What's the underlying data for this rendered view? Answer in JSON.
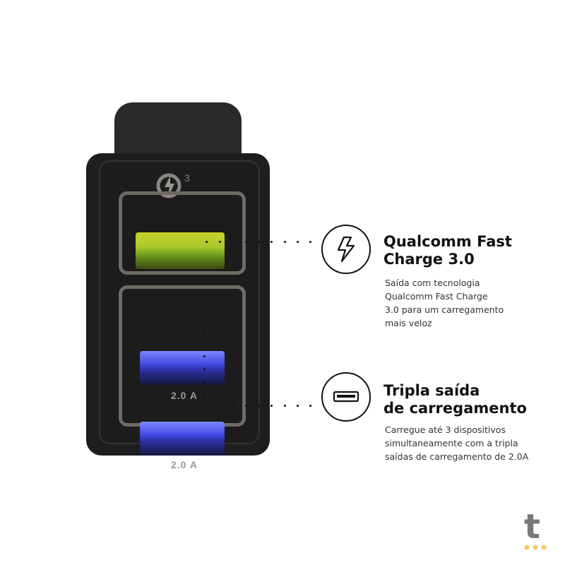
{
  "product": {
    "name": "3-port USB wall charger",
    "qc_badge": {
      "icon": "quick-charge-icon",
      "superscript": "3"
    },
    "ports": [
      {
        "color": "green",
        "label": ""
      },
      {
        "color": "blue",
        "label": "2.0 A"
      },
      {
        "color": "blue",
        "label": "2.0 A"
      }
    ]
  },
  "features": [
    {
      "icon": "lightning-icon",
      "title_line1": "Qualcomm Fast",
      "title_line2": "Charge 3.0",
      "desc": [
        "Saída com tecnologia",
        "Qualcomm Fast Charge",
        "3.0 para um carregamento",
        "mais veloz"
      ]
    },
    {
      "icon": "usb-port-icon",
      "title_line1": "Tripla saída",
      "title_line2": "de carregamento",
      "desc": [
        "Carregue até 3 dispositivos",
        "simultaneamente com a tripla",
        "saídas de carregamento de 2.0A"
      ]
    }
  ],
  "brand": {
    "logo_letter": "t",
    "accent": "#f5c76a",
    "logo_color": "#7a7a7a"
  },
  "colors": {
    "port_green": "#b5cf2a",
    "port_blue": "#4a55f0",
    "body": "#1e1e1e",
    "frame": "#6f6b64"
  }
}
